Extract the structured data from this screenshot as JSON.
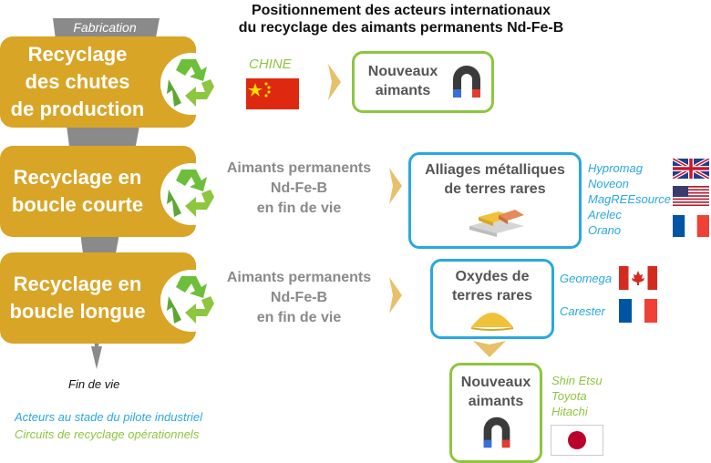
{
  "title": {
    "line1": "Positionnement des acteurs internationaux",
    "line2": "du recyclage des aimants permanents Nd-Fe-B"
  },
  "funnel": {
    "top_label": "Fabrication",
    "bottom_label": "Fin de vie"
  },
  "stages": [
    {
      "label": "Recyclage\ndes chutes\nde production"
    },
    {
      "label": "Recyclage en\nboucle courte"
    },
    {
      "label": "Recyclage en\nboucle longue"
    }
  ],
  "row1": {
    "country": "CHINE",
    "product": "Nouveaux\naimants"
  },
  "row2": {
    "input": "Aimants permanents\nNd-Fe-B\nen fin de vie",
    "product": "Alliages métalliques\nde terres rares",
    "actors": [
      "Hypromag",
      "Noveon",
      "MagREEsource",
      "Arelec",
      "Orano"
    ]
  },
  "row3": {
    "input": "Aimants permanents\nNd-Fe-B\nen fin de vie",
    "product": "Oxydes de\nterres rares",
    "actors": [
      "Geomega",
      "Carester"
    ]
  },
  "row4": {
    "product": "Nouveaux\naimants",
    "actors": [
      "Shin Etsu",
      "Toyota",
      "Hitachi"
    ]
  },
  "legend": {
    "pilot": "Acteurs au stade du pilote industriel",
    "operational": "Circuits de recyclage opérationnels"
  },
  "colors": {
    "stage": "#d9a526",
    "green": "#8dc63f",
    "blue": "#29a8e0",
    "funnel": "#8a8a8a"
  }
}
